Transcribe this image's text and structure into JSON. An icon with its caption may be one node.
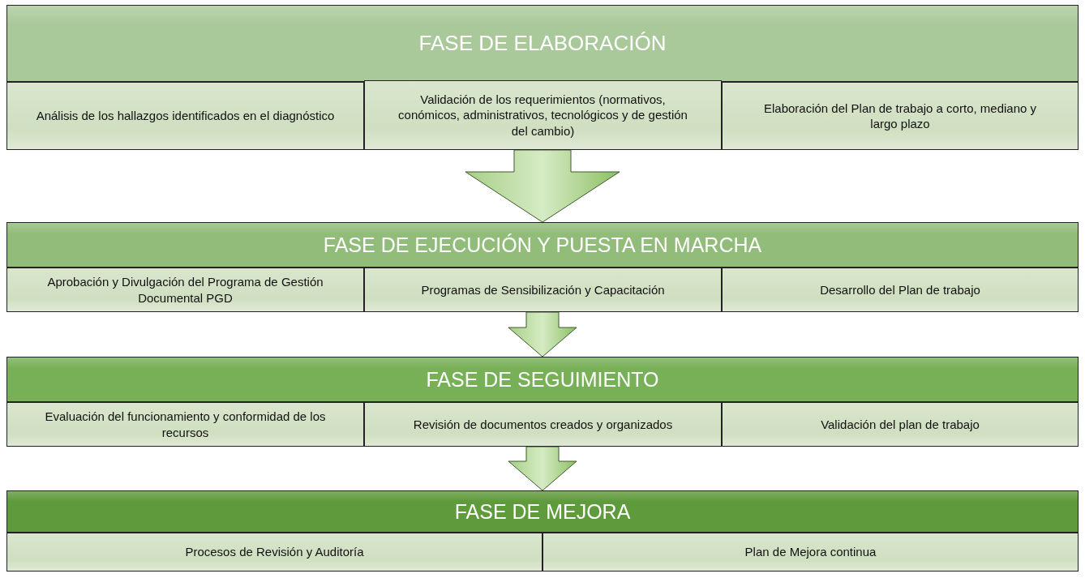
{
  "diagram": {
    "nodes": [
      {
        "text": [
          "FASE DE ELABORACIÓN"
        ]
      },
      {
        "text": [
          "Análisis de los hallazgos identificados en el diagnóstico"
        ]
      },
      {
        "text": [
          "Validación de los requerimientos (normativos, conómicos, administrativos, tecnológicos y de gestión del cambio)"
        ]
      },
      {
        "text": [
          "Elaboración del Plan de trabajo a corto, mediano y largo plazo"
        ]
      },
      {
        "text": [
          "FASE DE EJECUCIÓN Y PUESTA EN MARCHA"
        ]
      },
      {
        "text": [
          "Aprobación y Divulgación del Programa  de Gestión Documental PGD"
        ]
      },
      {
        "text": [
          "Programas de Sensibilización y Capacitación"
        ]
      },
      {
        "text": [
          "Desarrollo del Plan de trabajo"
        ]
      },
      {
        "text": [
          "FASE DE SEGUIMIENTO"
        ]
      },
      {
        "text": [
          "Evaluación del funcionamiento y conformidad de los recursos"
        ]
      },
      {
        "text": [
          "Revisión de documentos creados y organizados"
        ]
      },
      {
        "text": [
          "Validación del plan de trabajo"
        ]
      },
      {
        "text": [
          "FASE DE MEJORA"
        ]
      },
      {
        "text": [
          "Procesos de Revisión y Auditoría"
        ]
      },
      {
        "text": [
          "Plan de Mejora continua"
        ]
      }
    ],
    "edges": [
      {
        "from": 2,
        "to": 4,
        "arrow": "to",
        "style": "thick"
      },
      {
        "from": 6,
        "to": 8,
        "arrow": "to"
      },
      {
        "from": 10,
        "to": 12,
        "arrow": "to"
      }
    ]
  }
}
